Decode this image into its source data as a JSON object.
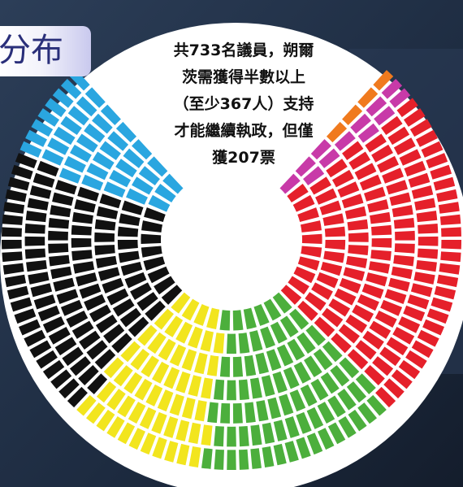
{
  "title": "分布",
  "annotation_lines": [
    "共733名議員，朔爾",
    "茨需獲得半數以上",
    "（至少367人）支持",
    "才能繼續執政，但僅",
    "獲207票"
  ],
  "chart_data": {
    "type": "parliament",
    "total_seats": 733,
    "majority_needed": 367,
    "votes_received": 207,
    "rows": 7,
    "series": [
      {
        "color": "#f07a1e",
        "seats": 4
      },
      {
        "color": "#c83aa8",
        "seats": 12
      },
      {
        "color": "#e5202a",
        "seats": 125
      },
      {
        "color": "#4caf3c",
        "seats": 76
      },
      {
        "color": "#f2e51e",
        "seats": 55
      },
      {
        "color": "#111111",
        "seats": 102
      },
      {
        "color": "#2aa6e0",
        "seats": 40
      }
    ]
  }
}
